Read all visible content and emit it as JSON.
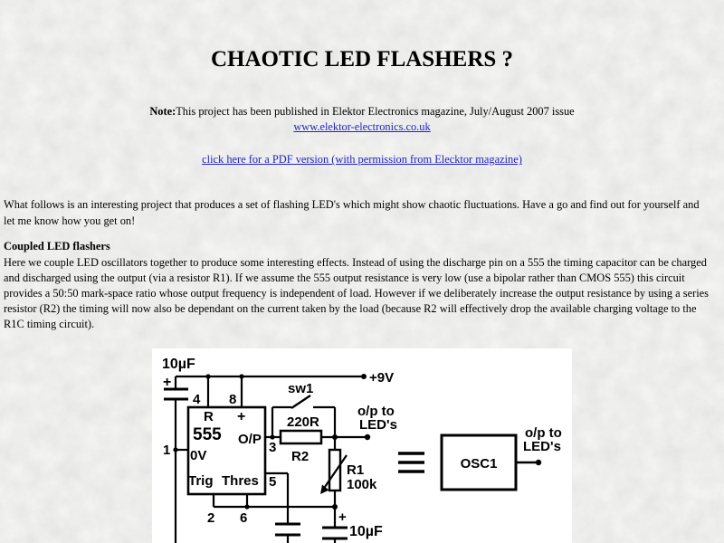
{
  "page": {
    "title": "CHAOTIC LED FLASHERS ?",
    "note_label": "Note:",
    "note_text": "This project has been published in Elektor Electronics magazine, July/August 2007 issue",
    "elektor_link": "www.elektor-electronics.co.uk",
    "pdf_link": "click here for a PDF version (with permission from Elecktor magazine)",
    "intro_lines": [
      "What follows is an interesting project that produces a set of flashing LED's which might show chaotic fluctuations. Have a go and find out for yourself and",
      "let me know how you get on!"
    ],
    "section_heading": "Coupled LED flashers",
    "section_lines": [
      "Here we couple LED oscillators together to produce some interesting effects. Instead of using the discharge pin on a 555 the timing capacitor can be charged",
      "and discharged using the output (via a resistor R1). If we assume the 555 output resistance is very low (use a bipolar rather than CMOS 555) this circuit",
      "provides a 50:50 mark-space ratio whose output frequency is independent of load. However if we deliberately increase the output resistance by using a series",
      "resistor (R2) the timing will now also be dependant on the current taken by the load (because R2 will effectively drop the available charging voltage to the",
      "R1C timing circuit)."
    ]
  },
  "colors": {
    "link_blue": "#2222cc",
    "ink": "#000000",
    "page_tint": "#f6f6f4",
    "diagram_background": "#ffffff"
  },
  "diagram": {
    "cap_top_value": "10µF",
    "cap_top_plus": "+",
    "supply_label": "+9V",
    "pin_1": "1",
    "pin_2": "2",
    "pin_3": "3",
    "pin_4": "4",
    "pin_5": "5",
    "pin_6": "6",
    "pin_8": "8",
    "ic_reset": "R",
    "ic_vcc_plus": "+",
    "ic_name": "555",
    "ic_output": "O/P",
    "ic_gnd": "0V",
    "ic_trigger": "Trig",
    "ic_threshold": "Thres",
    "switch_label": "sw1",
    "r2_value": "220R",
    "r2_label": "R2",
    "r1_label": "R1",
    "r1_value": "100k",
    "output_to_line1": "o/p to",
    "output_to_line2": "LED's",
    "cap_bottom_plus": "+",
    "cap_bottom_value": "10µF",
    "osc_label": "OSC1",
    "osc_output_line1": "o/p to",
    "osc_output_line2": "LED's"
  }
}
